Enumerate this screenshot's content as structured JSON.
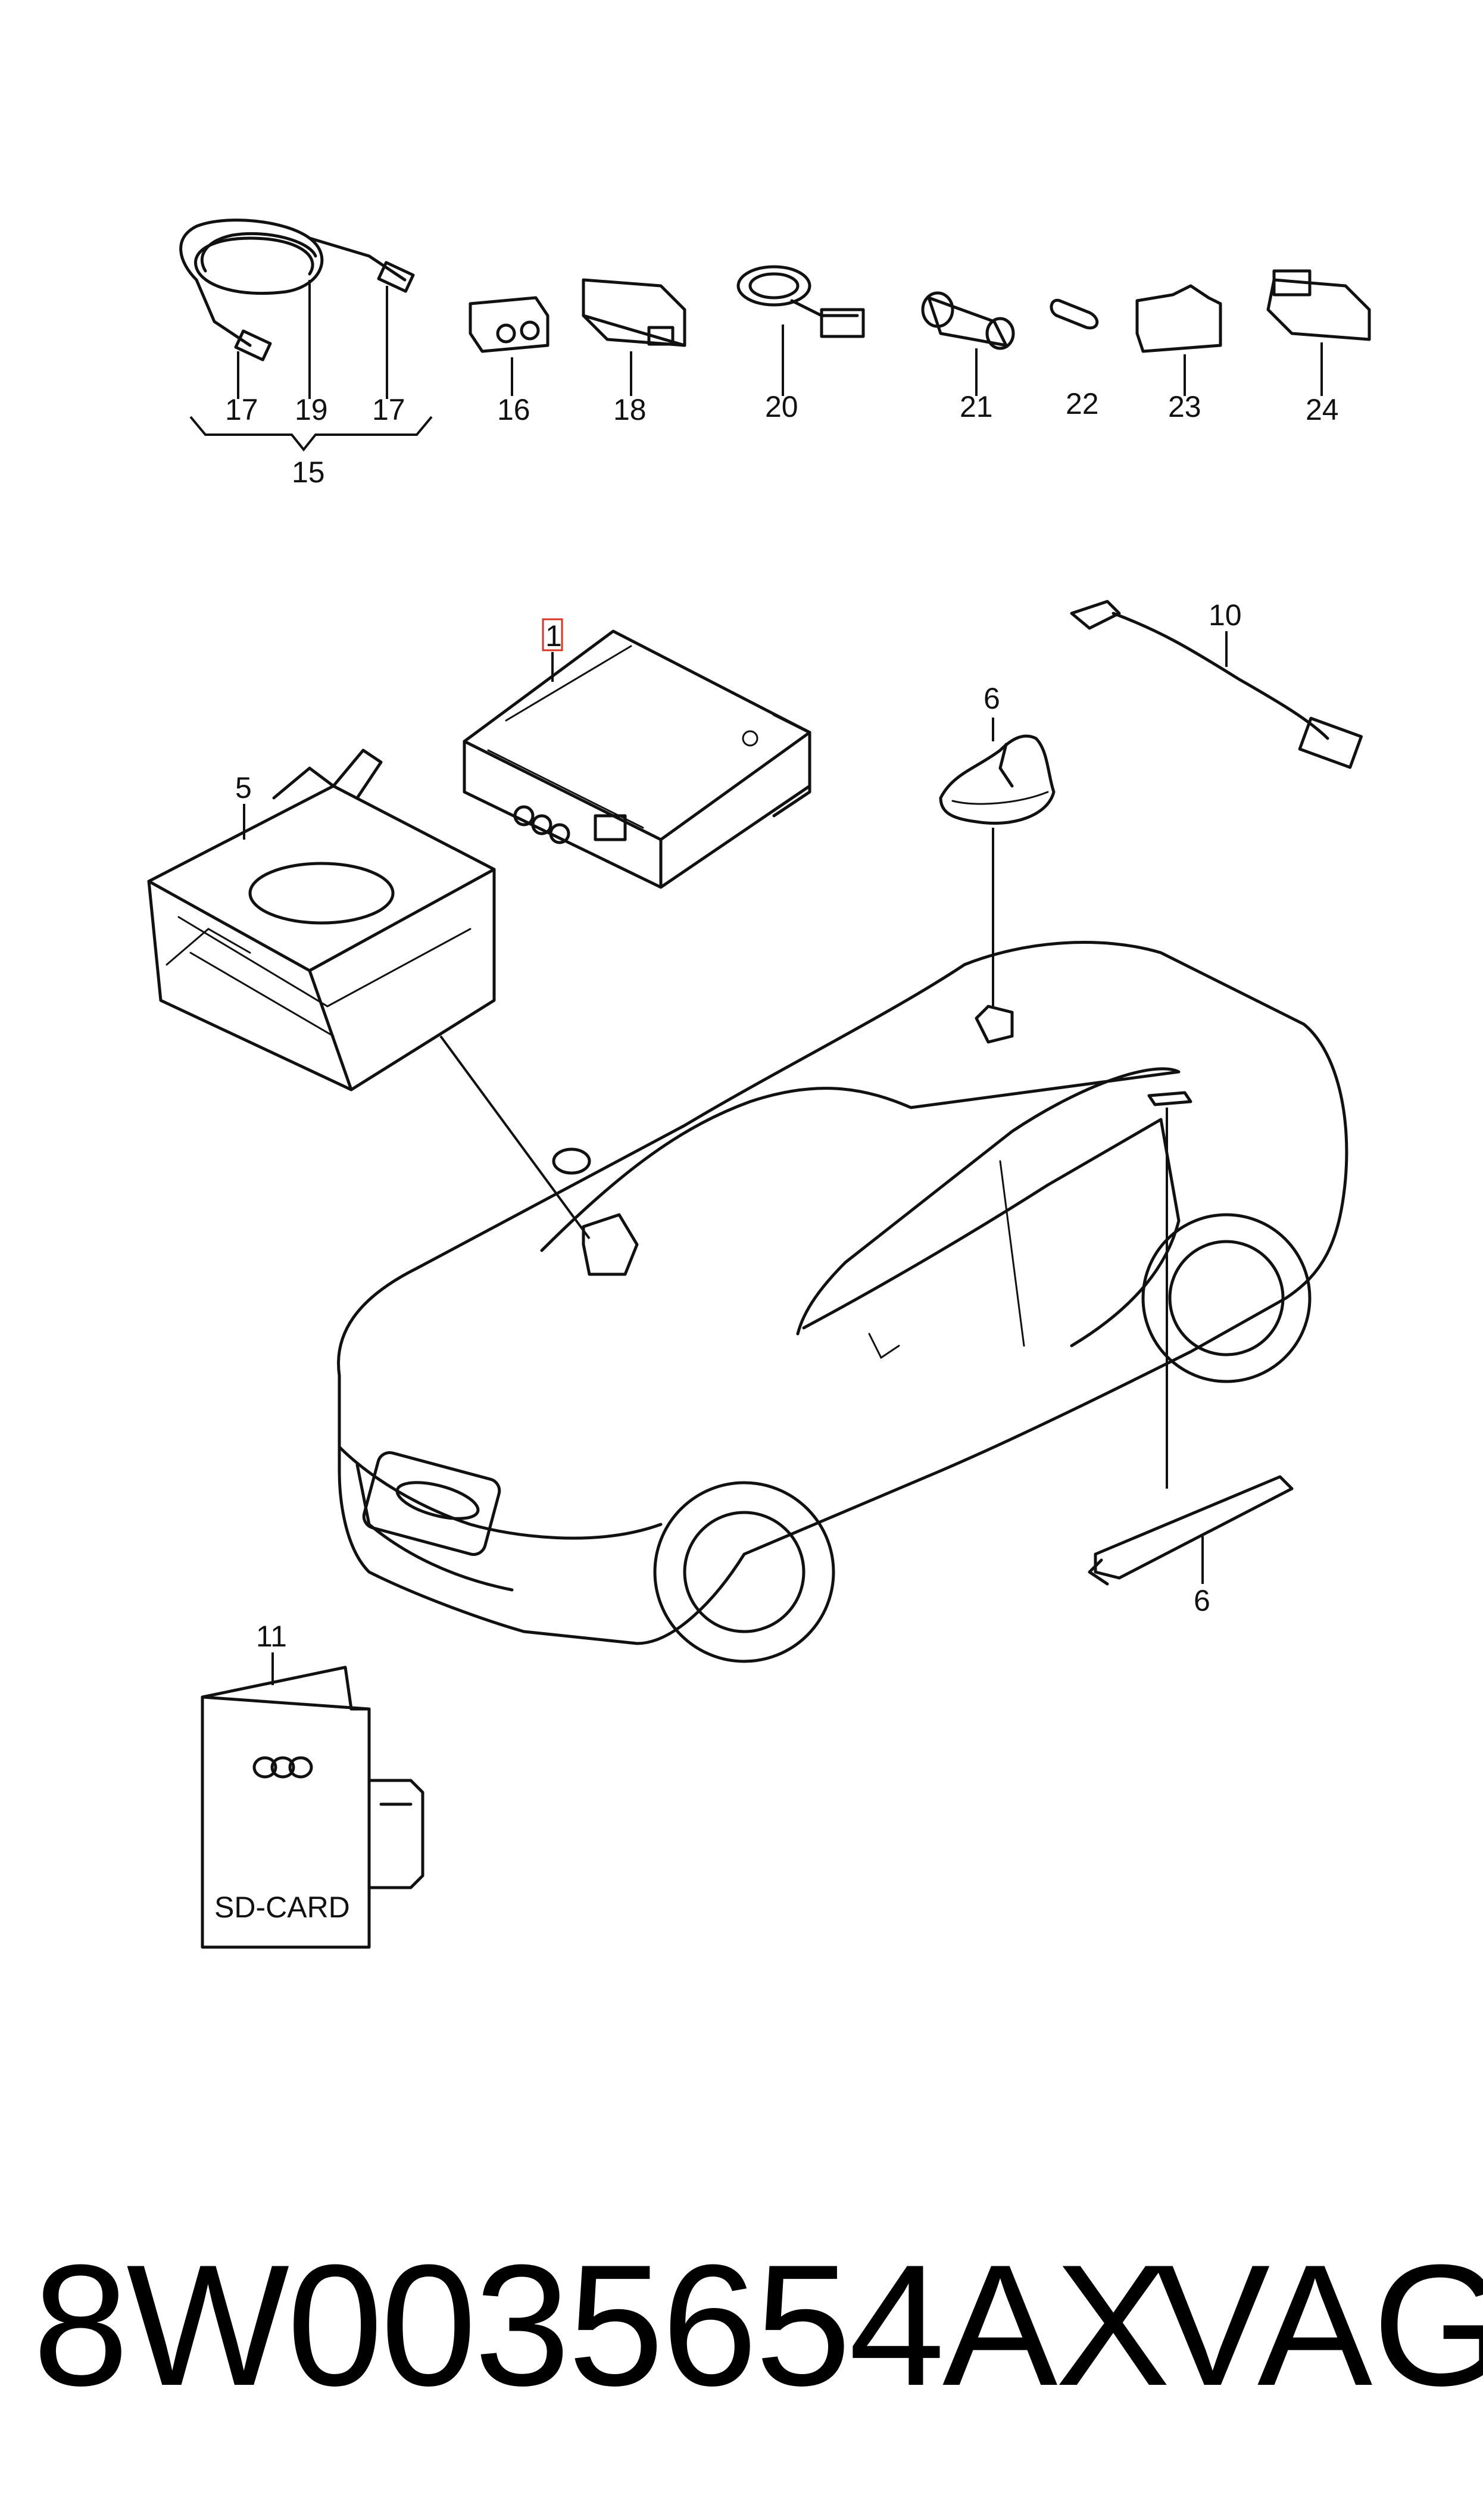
{
  "labels": {
    "l1": "1",
    "l5": "5",
    "l6a": "6",
    "l6b": "6",
    "l10": "10",
    "l11": "11",
    "l15": "15",
    "l16": "16",
    "l17a": "17",
    "l17b": "17",
    "l18": "18",
    "l19": "19",
    "l20": "20",
    "l21": "21",
    "l22": "22",
    "l23": "23",
    "l24": "24"
  },
  "sd_card": {
    "text": "SD-CARD"
  },
  "footer": {
    "part_number": "8W0035654AX",
    "brand": "VAG"
  }
}
